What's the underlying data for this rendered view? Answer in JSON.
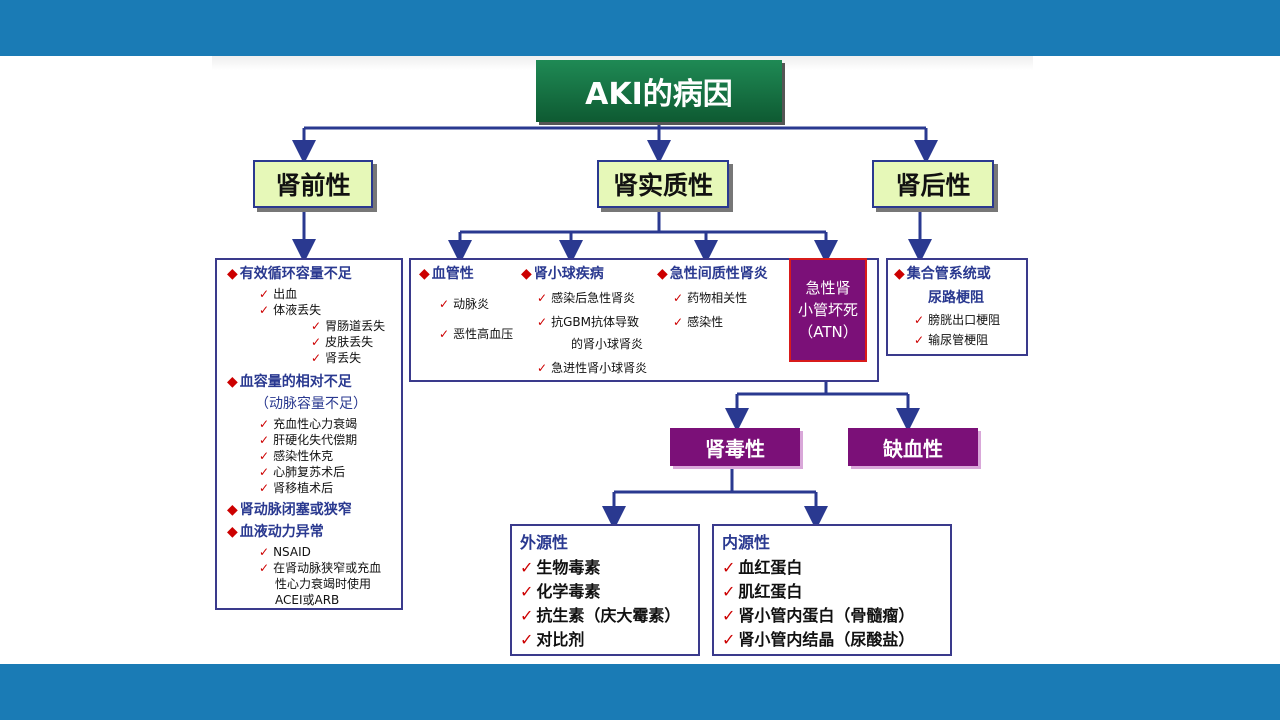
{
  "title": "AKI的病因",
  "categories": {
    "prerenal": "肾前性",
    "intrinsic": "肾实质性",
    "postrenal": "肾后性"
  },
  "prerenal_panel": {
    "groups": [
      {
        "heading": "有效循环容量不足",
        "items": [
          "出血",
          "体液丢失"
        ],
        "subitems": [
          "胃肠道丢失",
          "皮肤丢失",
          "肾丢失"
        ]
      },
      {
        "heading": "血容量的相对不足",
        "heading2": "（动脉容量不足）",
        "items": [
          "充血性心力衰竭",
          "肝硬化失代偿期",
          "感染性休克",
          "心肺复苏术后",
          "肾移植术后"
        ]
      },
      {
        "heading": "肾动脉闭塞或狭窄"
      },
      {
        "heading": "血液动力异常",
        "items": [
          "NSAID",
          "在肾动脉狭窄或充血",
          "性心力衰竭时使用",
          "ACEI或ARB"
        ]
      }
    ]
  },
  "intrinsic_panel": {
    "vascular": {
      "heading": "血管性",
      "items": [
        "动脉炎",
        "恶性高血压"
      ]
    },
    "glomerular": {
      "heading": "肾小球疾病",
      "items": [
        "感染后急性肾炎",
        "抗GBM抗体导致",
        "的肾小球肾炎",
        "急进性肾小球肾炎"
      ]
    },
    "interstitial": {
      "heading": "急性间质性肾炎",
      "items": [
        "药物相关性",
        "感染性"
      ]
    },
    "atn": {
      "line1": "急性肾",
      "line2": "小管坏死",
      "line3": "（ATN）"
    }
  },
  "postrenal_panel": {
    "heading": "集合管系统或",
    "heading2": "尿路梗阻",
    "items": [
      "膀胱出口梗阻",
      "输尿管梗阻"
    ]
  },
  "atn_types": {
    "nephrotoxic": "肾毒性",
    "ischemic": "缺血性"
  },
  "exogenous": {
    "heading": "外源性",
    "items": [
      "生物毒素",
      "化学毒素",
      "抗生素（庆大霉素）",
      "对比剂"
    ]
  },
  "endogenous": {
    "heading": "内源性",
    "items": [
      "血红蛋白",
      "肌红蛋白",
      "肾小管内蛋白（骨髓瘤）",
      "肾小管内结晶（尿酸盐）"
    ]
  },
  "symbols": {
    "diamond": "◆",
    "check": "✓"
  },
  "colors": {
    "band": "#1a7bb5",
    "title_bg": "#0e5a32",
    "category_bg": "#e6f8b8",
    "line": "#2a3990",
    "atn_bg": "#7b1078",
    "bullet": "#cc0000"
  }
}
